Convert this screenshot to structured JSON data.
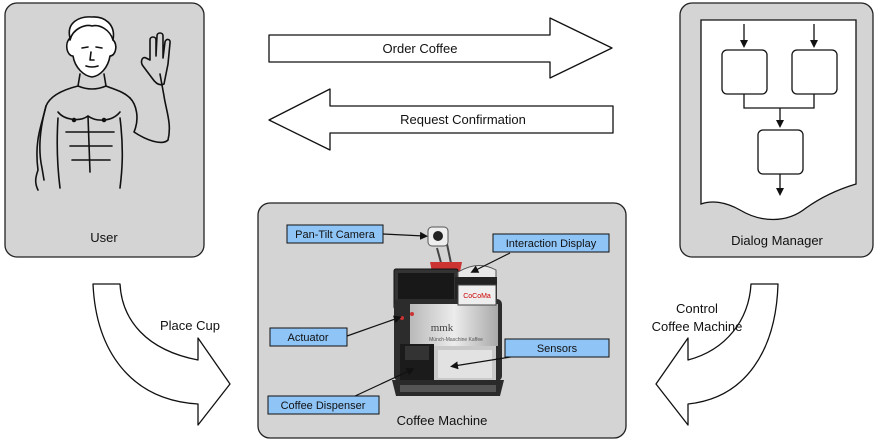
{
  "panels": {
    "user": "User",
    "dialog_manager": "Dialog Manager",
    "coffee_machine": "Coffee Machine"
  },
  "arrows": {
    "order": "Order Coffee",
    "confirm": "Request Confirmation",
    "place_cup": "Place Cup",
    "control_line1": "Control",
    "control_line2": "Coffee Machine"
  },
  "components": {
    "camera": "Pan-Tilt Camera",
    "display": "Interaction Display",
    "actuator": "Actuator",
    "sensors": "Sensors",
    "dispenser": "Coffee Dispenser"
  },
  "machine_logos": {
    "brand": "CoCoMa",
    "model": "mmk",
    "caption": "Münch-Maschine Kaffee"
  },
  "colors": {
    "panel_fill": "#d4d4d4",
    "label_fill": "#8fc4f7",
    "machine_body": "#2c2c2c"
  }
}
